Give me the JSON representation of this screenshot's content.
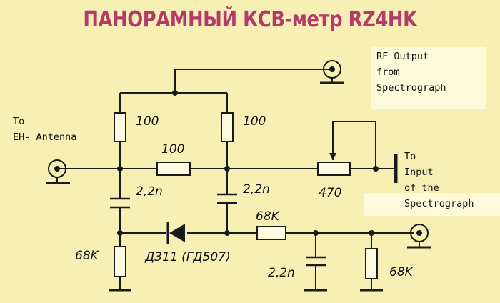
{
  "title": "ПАНОРАМНЫЙ КСВ-метр RZ4HK",
  "labels": {
    "rf_output_1": "RF Output",
    "rf_output_2": "from",
    "rf_output_3": "Spectrograph",
    "antenna_1": "To",
    "antenna_2": "EH- Antenna",
    "input_1": "To",
    "input_2": "Input",
    "input_3": "of the",
    "input_4": "Spectrograph"
  },
  "components": {
    "r_top_left": "100",
    "r_top_right": "100",
    "r_bridge": "100",
    "pot": "470",
    "c_left": "2,2n",
    "c_mid": "2,2n",
    "r_series": "68K",
    "r_bottom_left": "68K",
    "diode": "Д311 (ГД507)",
    "c_bottom": "2,2n",
    "r_bottom_right": "68K"
  },
  "colors": {
    "background": "#f7efb4",
    "title": "#b33a6a",
    "wire": "#1a1a1a",
    "component_fill": "#fffbe0"
  }
}
